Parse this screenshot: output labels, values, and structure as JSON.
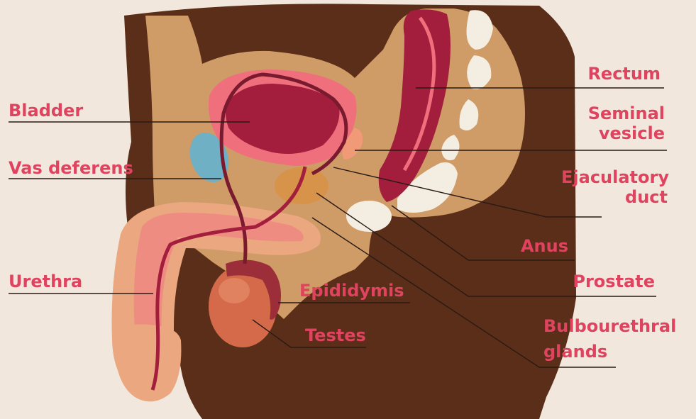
{
  "colors": {
    "background": "#f1e7dc",
    "label_text": "#e0435f",
    "leader_line": "#2a1a14",
    "body_dark": "#5a2e18",
    "tissue_tan": "#cf9b66",
    "organ_red": "#a31d3c",
    "organ_pink": "#ef6f7c",
    "skin": "#eba780",
    "testis": "#d46a4a",
    "bone": "#f4ede2",
    "cyan_bone": "#6fb0c4",
    "prostate": "#d8934a"
  },
  "labels": {
    "bladder": "Bladder",
    "vas_deferens": "Vas deferens",
    "urethra": "Urethra",
    "epididymis": "Epididymis",
    "testes": "Testes",
    "rectum": "Rectum",
    "seminal_vesicle": "Seminal vesicle",
    "ejaculatory_duct": "Ejaculatory duct",
    "anus": "Anus",
    "prostate": "Prostate",
    "bulbourethral_glands": "Bulbourethral glands"
  }
}
